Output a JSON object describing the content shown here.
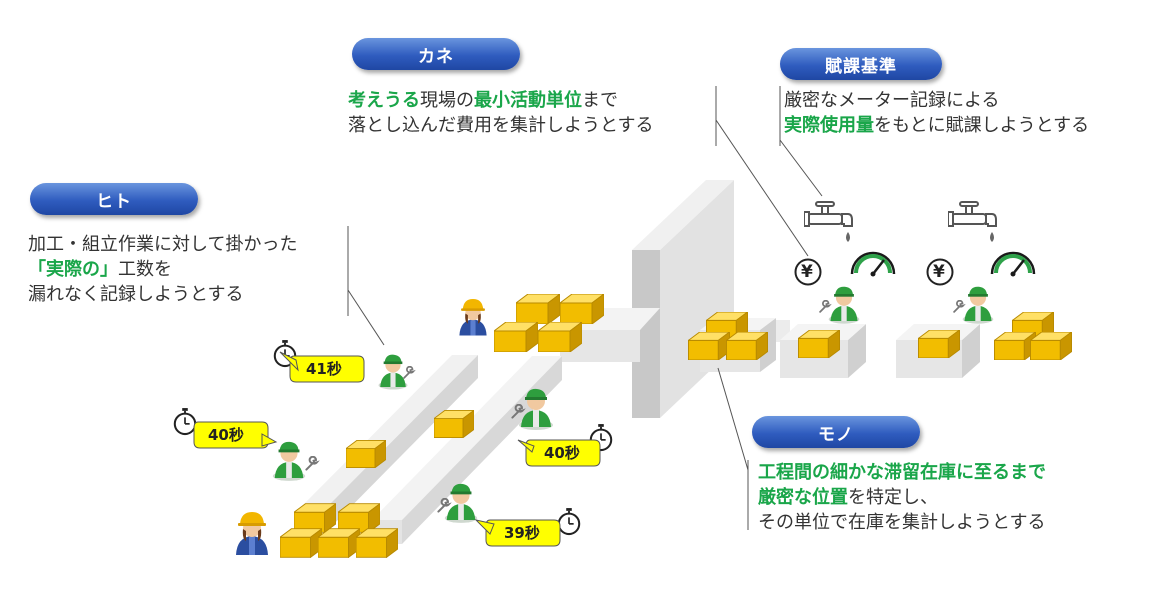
{
  "labels": {
    "hito": "ヒト",
    "kane": "カネ",
    "mono": "モノ",
    "fuka": "賦課基準"
  },
  "kane_text": {
    "l1_a": "考えうる",
    "l1_b": "現場の",
    "l1_c": "最小活動単位",
    "l1_d": "まで",
    "l2": "落とし込んだ費用を集計しようとする"
  },
  "fuka_text": {
    "l1": "厳密なメーター記録による",
    "l2_a": "実際使用量",
    "l2_b": "をもとに賦課しようとする"
  },
  "hito_text": {
    "l1": "加工・組立作業に対して掛かった",
    "l2_a": "「実際の」",
    "l2_b": "工数を",
    "l3": "漏れなく記録しようとする"
  },
  "mono_text": {
    "l1": "工程間の細かな滞留在庫に至るまで",
    "l2_a": "厳密な位置",
    "l2_b": "を特定し、",
    "l3": "その単位で在庫を集計しようとする"
  },
  "timers": {
    "t1": "41秒",
    "t2": "40秒",
    "t3": "40秒",
    "t4": "39秒"
  },
  "symbols": {
    "yen": "¥"
  },
  "colors": {
    "accent_green": "#1aa64a",
    "pill_blue": "#2f5cbf",
    "box_yellow": "#f5c200",
    "bubble_yellow": "#ffff00"
  },
  "icons": [
    "stopwatch-icon",
    "worker-icon",
    "faucet-icon",
    "gauge-icon",
    "yen-coin-icon",
    "wrench-icon"
  ]
}
